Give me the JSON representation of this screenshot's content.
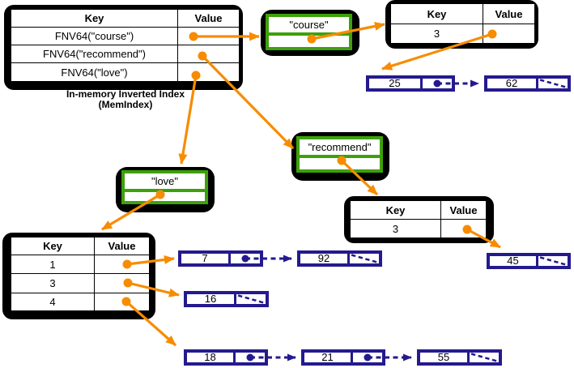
{
  "colors": {
    "orange": "#f78c00",
    "navy": "#241a8e",
    "green": "#3da10b",
    "ink": "#000000"
  },
  "labels": {
    "key": "Key",
    "value": "Value"
  },
  "memindex": {
    "caption_line1": "In-memory Inverted Index",
    "caption_line2": "(MemIndex)",
    "rows": [
      "FNV64(\"course\")",
      "FNV64(\"recommend\")",
      "FNV64(\"love\")"
    ]
  },
  "terms": {
    "course": "\"course\"",
    "recommend": "\"recommend\"",
    "love": "\"love\""
  },
  "postings": {
    "course": {
      "keys": [
        "3"
      ]
    },
    "recommend": {
      "keys": [
        "3"
      ]
    },
    "love": {
      "keys": [
        "1",
        "3",
        "4"
      ]
    }
  },
  "lists": {
    "course_3": [
      "25",
      "62"
    ],
    "recommend_3": [
      "45"
    ],
    "love_1": [
      "7",
      "92"
    ],
    "love_3": [
      "16"
    ],
    "love_4": [
      "18",
      "21",
      "55"
    ]
  }
}
